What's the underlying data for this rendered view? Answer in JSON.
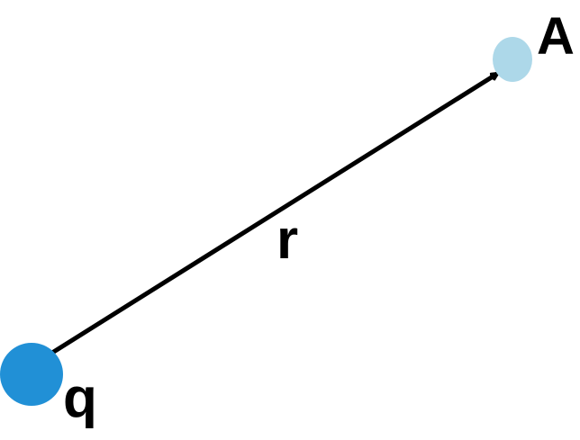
{
  "diagram": {
    "labels": {
      "source_charge": "q",
      "point": "A",
      "vector": "r"
    },
    "colors": {
      "charge_fill": "#2190d6",
      "point_fill": "#add8e9",
      "arrow": "#000000",
      "text": "#000000",
      "background": "#ffffff"
    }
  }
}
